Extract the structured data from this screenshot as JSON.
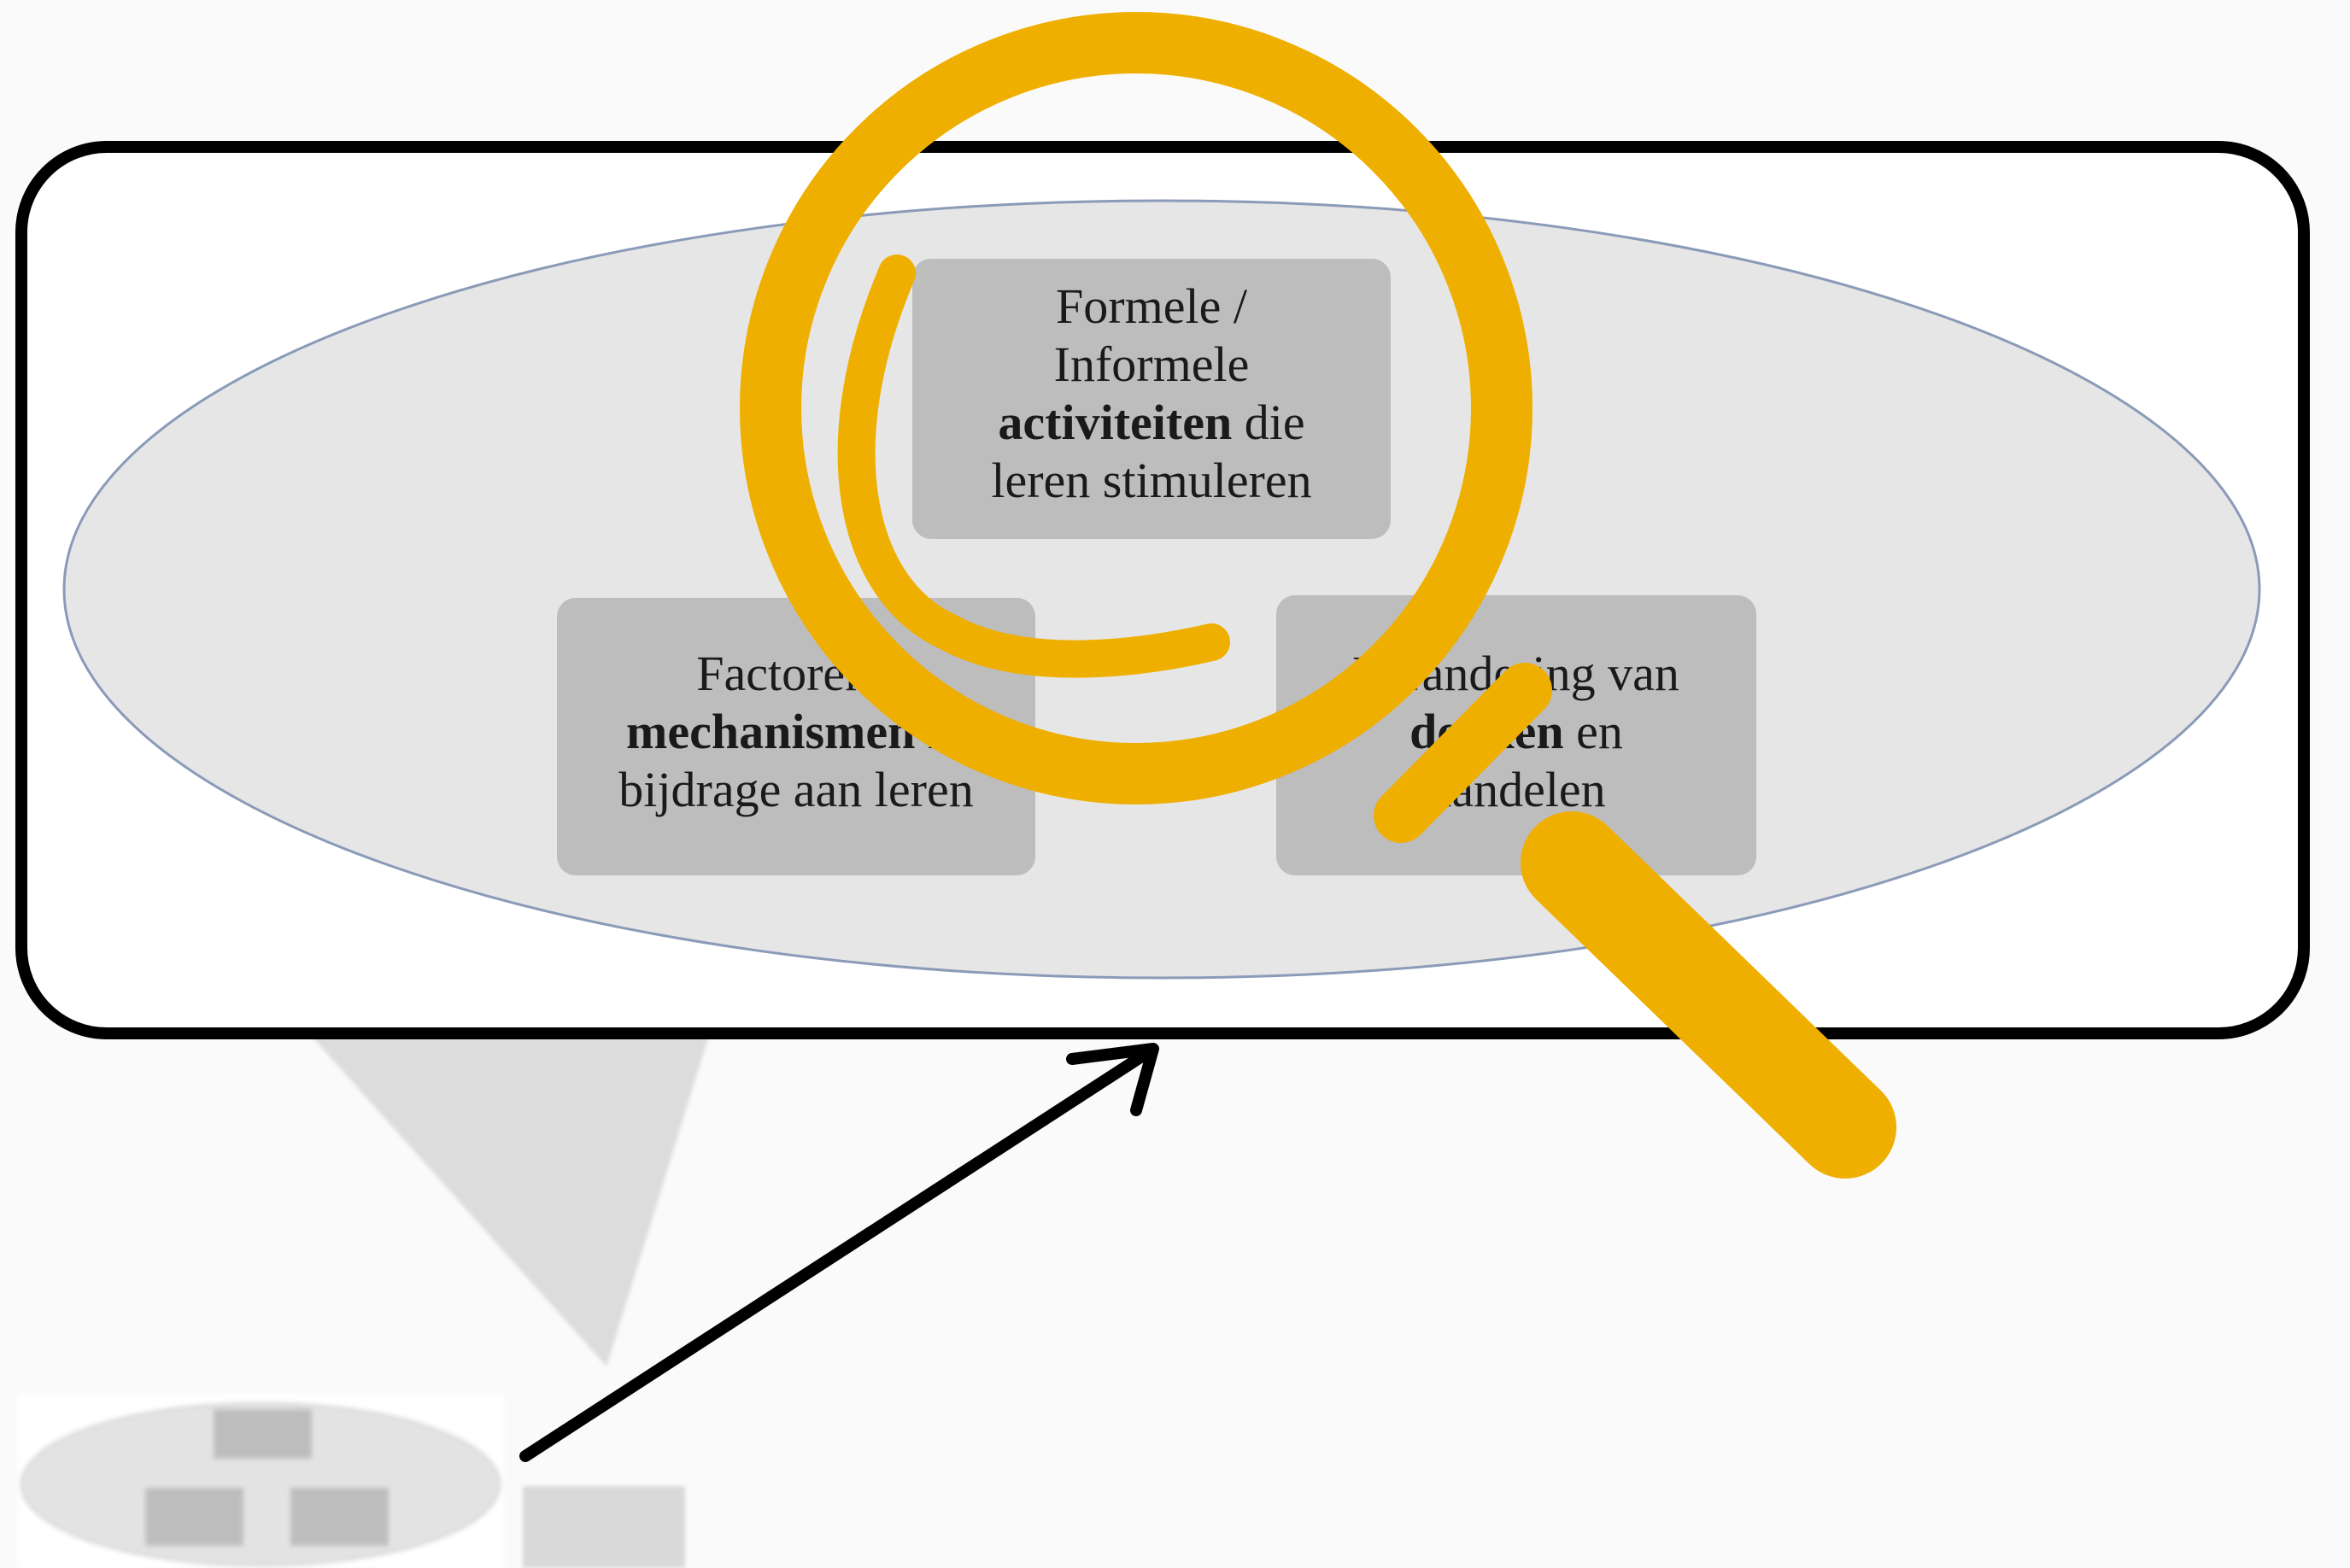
{
  "diagram": {
    "top_box": {
      "line1": "Formele /",
      "line2": "Informele",
      "line3_bold": "activiteiten",
      "line3_rest": " die",
      "line4": "leren stimuleren"
    },
    "left_box": {
      "line1": "Factoren /",
      "line2_bold": "mechanismen",
      "line2_rest": " in",
      "line3": "bijdrage aan leren"
    },
    "right_box": {
      "line1": "Verandering van",
      "line2_bold": "denken",
      "line2_rest": " en",
      "line3_bold": "handelen"
    }
  },
  "colors": {
    "magnifier": "#EFAF00",
    "ellipse_fill": "#E6E6E6",
    "ellipse_stroke": "#8A9AB8",
    "box_fill": "#BDBDBD",
    "frame_stroke": "#000000",
    "funnel_fill": "#DCDCDC"
  },
  "icons": {
    "magnifier": "magnifier-icon"
  }
}
